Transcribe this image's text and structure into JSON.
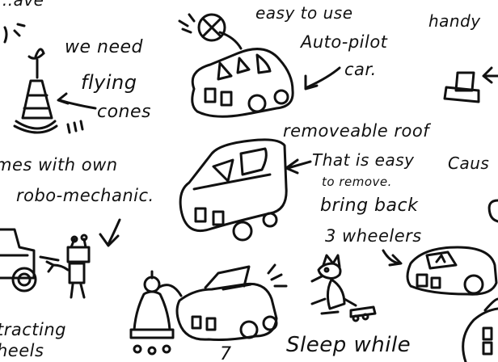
{
  "notes": {
    "partial_top_left": "...ave",
    "easy_to_use": "easy to use",
    "auto_pilot": "Auto-pilot",
    "car": "car.",
    "handy_partial": "handy",
    "we_need": "we need",
    "flying": "flying",
    "cones": "cones",
    "removeable_roof": "removeable roof",
    "that_is_easy": "That is easy",
    "to_remove": "to remove.",
    "bring_back": "bring back",
    "three_wheelers": "3 wheelers",
    "cause_partial": "Caus",
    "comes_with_own": "mes with own",
    "robo_mechanic": "robo-mechanic.",
    "retracting_partial": "tracting",
    "wheels_partial": "heels",
    "sleep_while": "Sleep while",
    "seven_partial": "7"
  },
  "icons": [
    "flying-cone-icon",
    "autopilot-car-icon",
    "satellite-dish-icon",
    "roof-car-icon",
    "three-wheeler-car-icon",
    "robo-mechanic-icon",
    "tow-truck-icon",
    "convertible-car-icon",
    "robot-figure-icon",
    "fox-rollerskate-icon",
    "seat-icon"
  ],
  "colors": {
    "ink": "#111111",
    "paper": "#ffffff"
  }
}
